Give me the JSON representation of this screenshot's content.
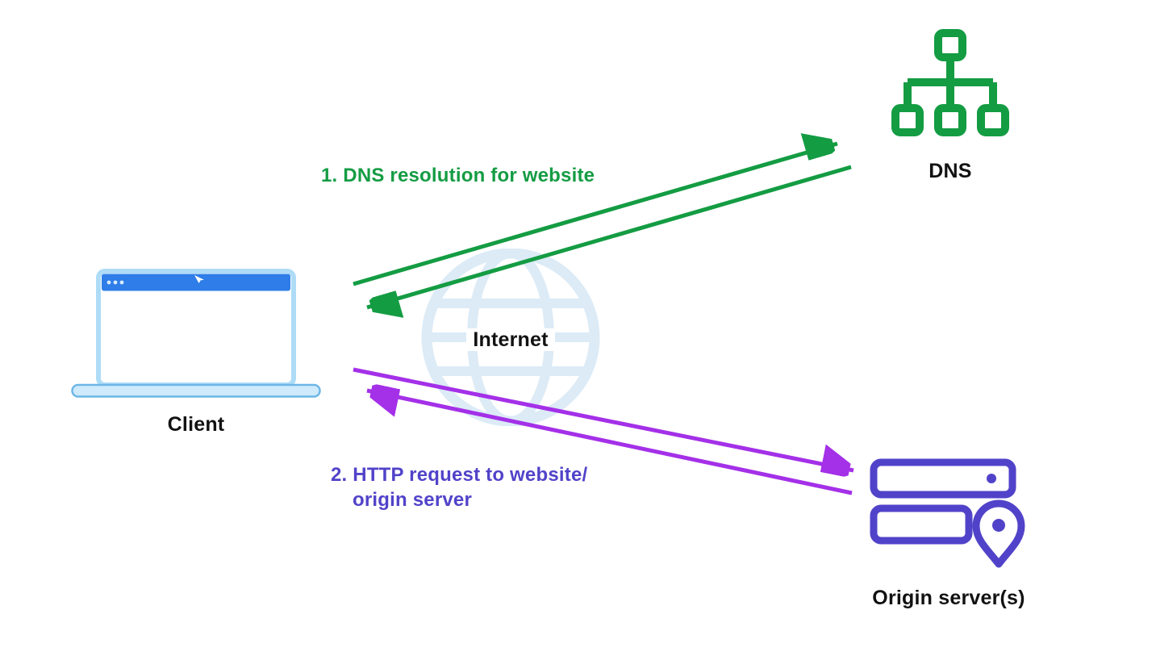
{
  "nodes": {
    "client": {
      "label": "Client",
      "icon": "laptop-icon"
    },
    "internet": {
      "label": "Internet",
      "icon": "globe-icon"
    },
    "dns": {
      "label": "DNS",
      "icon": "sitemap-icon"
    },
    "origin": {
      "label": "Origin server(s)",
      "icon": "server-location-icon"
    }
  },
  "flows": {
    "dns_resolution": {
      "label": "1. DNS resolution for website",
      "color": "#149c43",
      "from": "Client",
      "to": "DNS",
      "arrows": "bidirectional"
    },
    "http_request": {
      "label_line1": "2. HTTP request to website/",
      "label_line2": "origin server",
      "color": "#a430e8",
      "text_color": "#5143c9",
      "from": "Client",
      "to": "Origin server(s)",
      "arrows": "bidirectional"
    }
  },
  "colors": {
    "background": "#ffffff",
    "dns_green": "#149c43",
    "http_purple": "#a430e8",
    "origin_indigo": "#5143c9",
    "client_blue": "#2e7de9",
    "client_light_blue": "#aedcf7",
    "internet_pale_blue": "#dcebf6",
    "label_text": "#121212"
  }
}
